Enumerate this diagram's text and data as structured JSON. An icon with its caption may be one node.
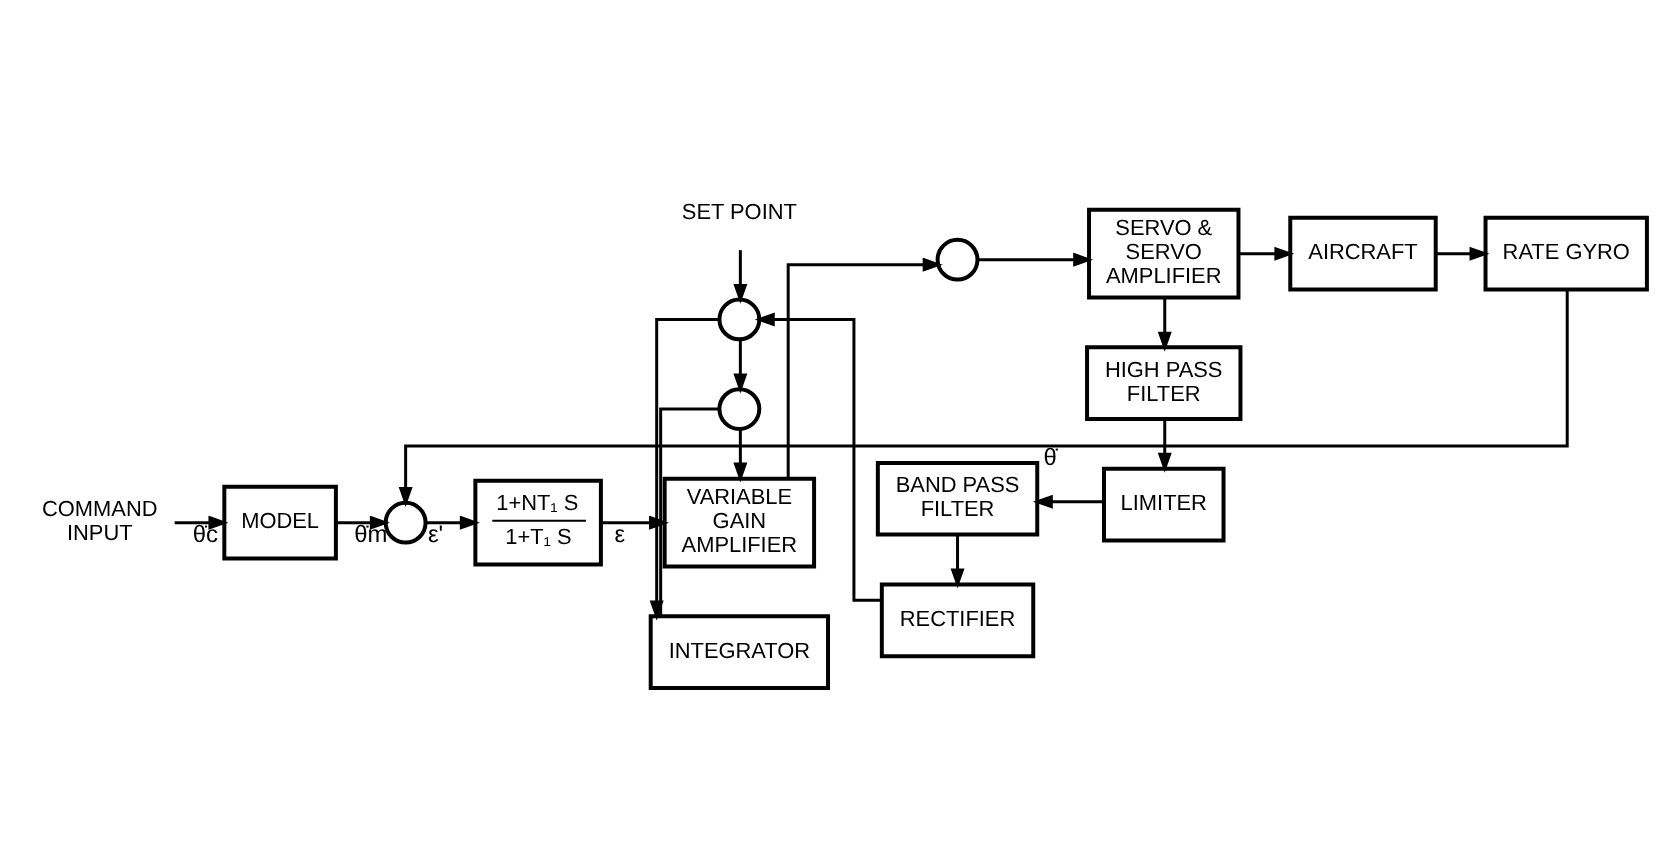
{
  "diagram": {
    "nodes": [
      {
        "text": [
          "COMMAND INPUT"
        ]
      },
      {
        "text": [
          "MODEL"
        ]
      },
      {
        "text": [],
        "shape": "circle"
      },
      {
        "text": [
          "1+NT₁ S",
          "1+T₁ S"
        ]
      },
      {
        "text": [
          "VARIABLE GAIN AMPLIFIER"
        ]
      },
      {
        "text": [],
        "shape": "circle"
      },
      {
        "text": [
          "SERVO & SERVO AMPLIFIER"
        ]
      },
      {
        "text": [
          "AIRCRAFT"
        ]
      },
      {
        "text": [],
        "shape": "circle"
      },
      {
        "text": [
          "INTEGRATOR"
        ]
      },
      {
        "text": [
          "HIGH PASS FILTER"
        ]
      },
      {
        "text": [
          "SET POINT"
        ]
      },
      {
        "text": [],
        "shape": "circle"
      },
      {
        "text": [
          "RECTIFIER"
        ]
      },
      {
        "text": [
          "BAND PASS FILTER"
        ]
      },
      {
        "text": [
          "LIMITER"
        ]
      },
      {
        "text": [
          "RATE GYRO"
        ]
      }
    ],
    "edges": [
      {
        "from": 0,
        "to": 1,
        "arrow": "to",
        "label": "θ̇c"
      },
      {
        "from": 1,
        "to": 2,
        "arrow": "to",
        "label": "θ̇m"
      },
      {
        "from": 2,
        "to": 3,
        "arrow": "to",
        "label": "ε'"
      },
      {
        "from": 3,
        "to": 4,
        "arrow": "to",
        "label": "ε"
      },
      {
        "from": 4,
        "to": 5,
        "arrow": "to"
      },
      {
        "from": 5,
        "to": 6,
        "arrow": "to"
      },
      {
        "from": 6,
        "to": 7,
        "arrow": "to"
      },
      {
        "from": 6,
        "to": 10,
        "arrow": "to"
      },
      {
        "from": 10,
        "to": 15,
        "arrow": "to"
      },
      {
        "from": 15,
        "to": 14,
        "arrow": "to"
      },
      {
        "from": 14,
        "to": 13,
        "arrow": "to"
      },
      {
        "from": 13,
        "to": 12,
        "arrow": "to"
      },
      {
        "from": 11,
        "to": 12,
        "arrow": "to"
      },
      {
        "from": 12,
        "to": 9,
        "arrow": "to"
      },
      {
        "from": 12,
        "to": 8,
        "arrow": "to"
      },
      {
        "from": 9,
        "to": 8,
        "arrow": "none"
      },
      {
        "from": 8,
        "to": 4,
        "arrow": "to"
      },
      {
        "from": 7,
        "to": 16,
        "arrow": "to"
      },
      {
        "from": 16,
        "to": 2,
        "arrow": "to",
        "label": "θ̇"
      }
    ]
  }
}
